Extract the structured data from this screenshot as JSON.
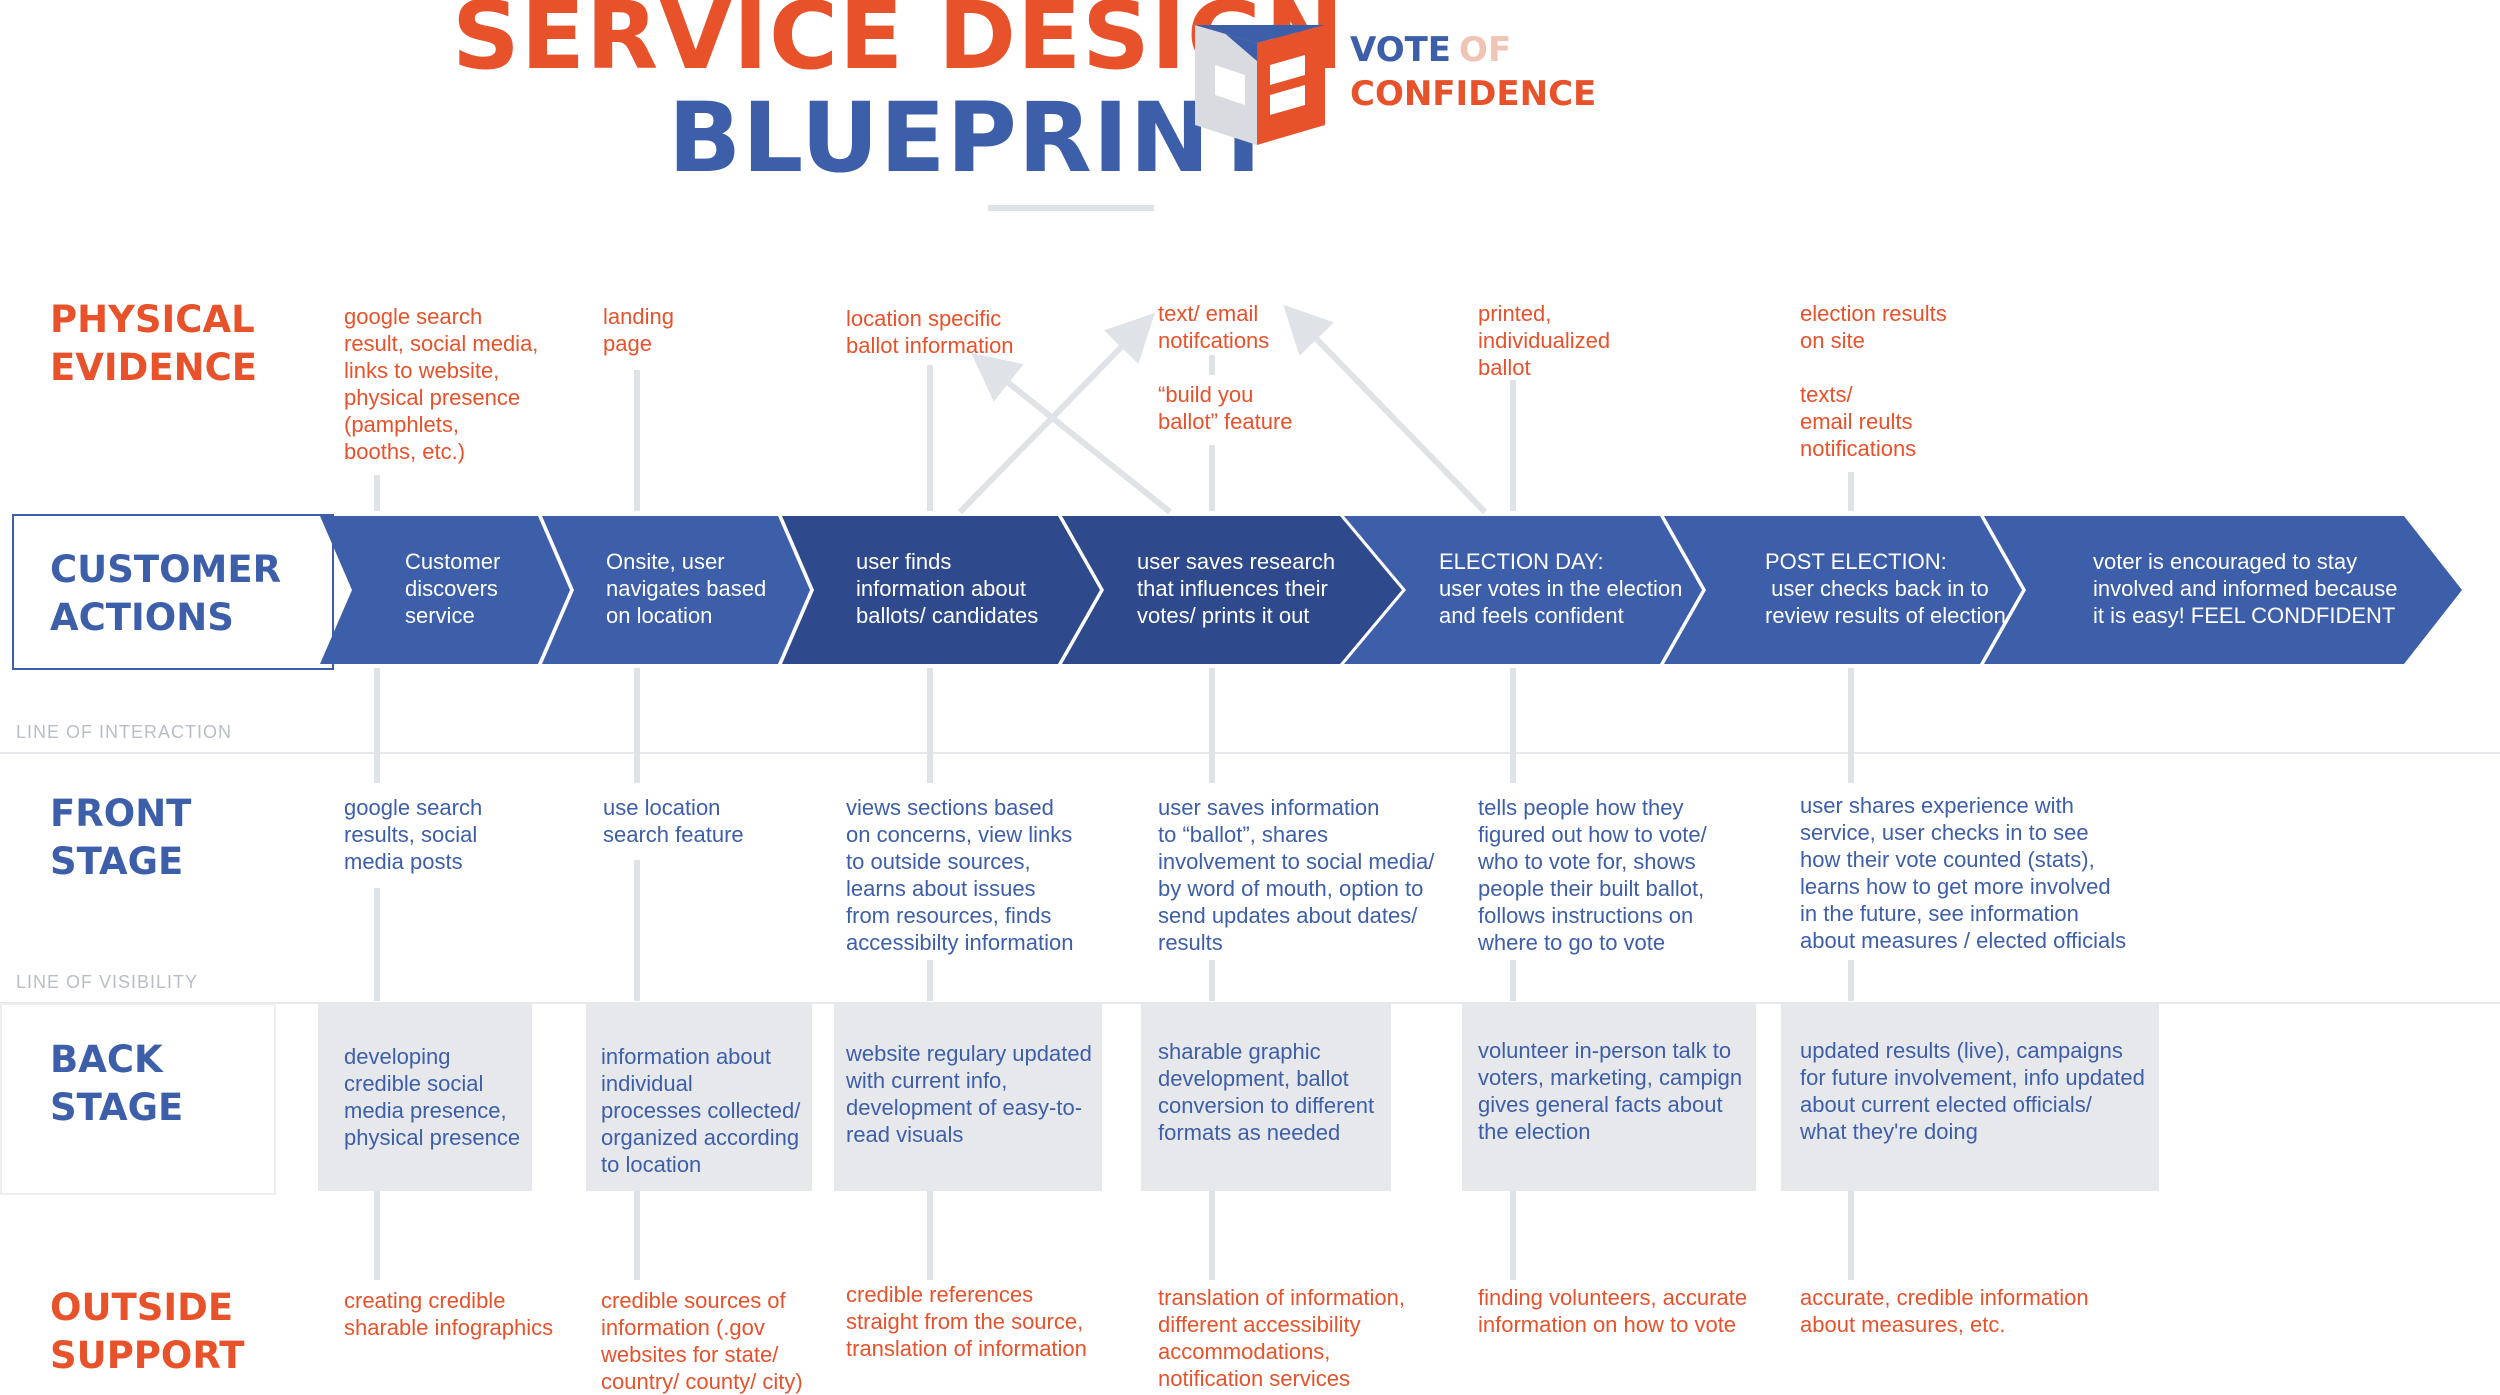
{
  "header": {
    "title_line1": "SERVICE DESIGN",
    "title_line2": "BLUEPRINT",
    "brand_vote": "VOTE",
    "brand_of": "OF",
    "brand_confidence": "CONFIDENCE"
  },
  "colors": {
    "accent_orange": "#e8522b",
    "accent_blue": "#3d5ea9",
    "dark_blue": "#2e4a8c",
    "light_gray": "#e6e8eb"
  },
  "rows": {
    "physical_evidence": [
      "PHYSICAL",
      "EVIDENCE"
    ],
    "customer_actions": [
      "CUSTOMER",
      "ACTIONS"
    ],
    "front_stage": [
      "FRONT",
      "STAGE"
    ],
    "back_stage": [
      "BACK",
      "STAGE"
    ],
    "outside_support": [
      "OUTSIDE",
      "SUPPORT"
    ]
  },
  "separators": {
    "line_of_interaction": "LINE OF INTERACTION",
    "line_of_visibility": "LINE OF VISIBILITY"
  },
  "physical_evidence": [
    [
      "google search",
      "result, social media,",
      "links to website,",
      "physical presence",
      "(pamphlets,",
      "booths, etc.)"
    ],
    [
      "landing",
      "page"
    ],
    [
      "location specific",
      "ballot information"
    ],
    [
      "text/ email",
      "notifcations",
      "",
      "“build you",
      "ballot” feature"
    ],
    [
      "printed,",
      "individualized",
      "ballot"
    ],
    [
      "election results",
      "on site",
      "",
      "texts/",
      "email reults",
      "notifications"
    ]
  ],
  "customer_actions": [
    [
      "Customer",
      "discovers",
      "service"
    ],
    [
      "Onsite, user",
      "navigates based",
      "on location"
    ],
    [
      "user finds",
      "information about",
      "ballots/ candidates"
    ],
    [
      "user saves research",
      "that influences their",
      "votes/ prints it out"
    ],
    [
      "ELECTION DAY:",
      "user votes in the election",
      "and feels confident"
    ],
    [
      "POST ELECTION:",
      " user checks back in to",
      "review results of election"
    ],
    [
      "voter is encouraged to stay",
      "involved and informed because",
      "it is easy! FEEL CONDFIDENT"
    ]
  ],
  "front_stage": [
    [
      "google search",
      "results, social",
      "media posts"
    ],
    [
      "use location",
      "search feature"
    ],
    [
      "views sections based",
      "on concerns, view links",
      "to outside sources,",
      "learns about issues",
      "from resources, finds",
      "accessibilty information"
    ],
    [
      "user saves information",
      "to “ballot”, shares",
      "involvement to social media/",
      "by word of mouth, option to",
      "send updates about dates/",
      "results"
    ],
    [
      "tells people how they",
      "figured out how to vote/",
      "who to vote for, shows",
      "people their built ballot,",
      "follows instructions on",
      "where to go to vote"
    ],
    [
      "user shares experience with",
      "service, user checks in to see",
      "how their vote counted (stats),",
      "learns how to get more involved",
      "in the future, see information",
      "about measures / elected officials"
    ]
  ],
  "back_stage": [
    [
      "developing",
      "credible social",
      "media presence,",
      "physical presence"
    ],
    [
      "information about",
      "individual",
      "processes collected/",
      "organized according",
      "to location"
    ],
    [
      "website regulary updated",
      "with current info,",
      "development of easy-to-",
      "read visuals"
    ],
    [
      "sharable graphic",
      "development, ballot",
      "conversion to different",
      "formats as needed"
    ],
    [
      "volunteer in-person talk to",
      "voters, marketing, campign",
      "gives general facts about",
      "the election"
    ],
    [
      "updated results (live), campaigns",
      "for future involvement, info updated",
      "about current elected officials/",
      "what they're doing"
    ]
  ],
  "outside_support": [
    [
      "creating credible",
      "sharable infographics"
    ],
    [
      "credible sources of",
      "information (.gov",
      "websites for state/",
      "country/ county/ city)"
    ],
    [
      "credible references",
      "straight from the source,",
      "translation of information"
    ],
    [
      "translation of information,",
      "different accessibility",
      "accommodations,",
      "notification services"
    ],
    [
      "finding volunteers, accurate",
      "information on how to vote"
    ],
    [
      "accurate, credible information",
      "about measures, etc."
    ]
  ]
}
